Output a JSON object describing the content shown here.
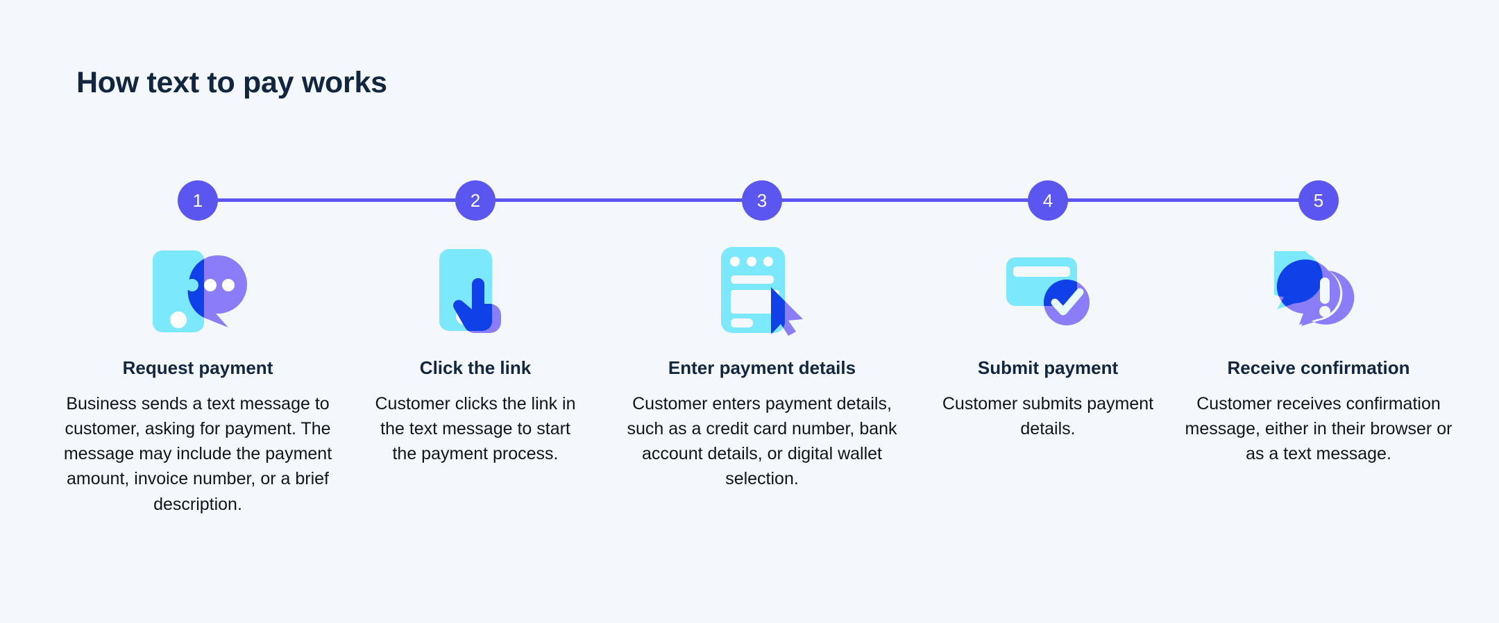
{
  "page": {
    "title": "How text to pay works",
    "background_color": "#f4f7fb",
    "title_color": "#12263f",
    "accent_color": "#5b56f0",
    "icon_cyan": "#7ce8fb",
    "icon_blue": "#1040e8",
    "icon_purple": "#8b7cf8"
  },
  "timeline": {
    "nodes": [
      {
        "number": "1"
      },
      {
        "number": "2"
      },
      {
        "number": "3"
      },
      {
        "number": "4"
      },
      {
        "number": "5"
      }
    ]
  },
  "steps": [
    {
      "number": "1",
      "icon": "phone-message-bubble-icon",
      "heading": "Request payment",
      "body": "Business sends a text message to customer, asking for payment. The message may include the payment amount, invoice number, or a brief description."
    },
    {
      "number": "2",
      "icon": "phone-tap-hand-icon",
      "heading": "Click the link",
      "body": "Customer clicks the link in the text message to start the payment process."
    },
    {
      "number": "3",
      "icon": "payment-form-cursor-icon",
      "heading": "Enter payment details",
      "body": "Customer enters payment details, such as a credit card number, bank account details, or digital wallet selection."
    },
    {
      "number": "4",
      "icon": "credit-card-check-icon",
      "heading": "Submit payment",
      "body": "Customer submits payment details."
    },
    {
      "number": "5",
      "icon": "chat-bubbles-alert-icon",
      "heading": "Receive confirmation",
      "body": "Customer receives confirmation message, either in their browser or as a text message."
    }
  ]
}
